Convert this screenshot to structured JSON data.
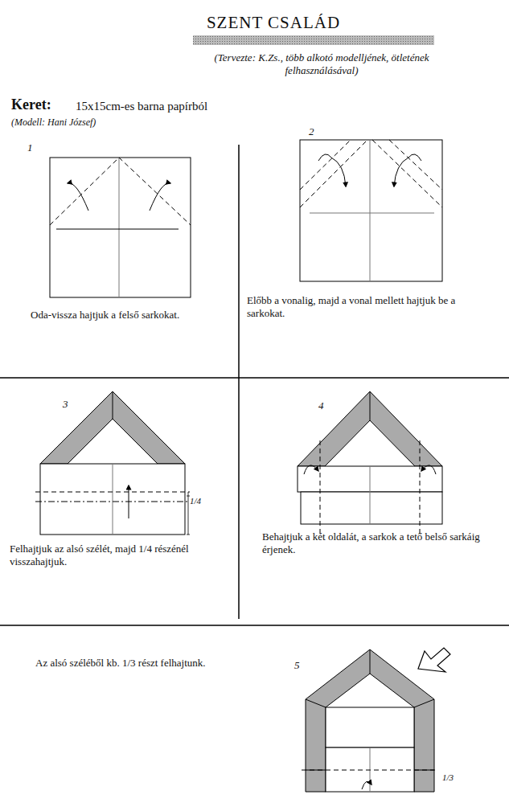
{
  "diagram": {
    "title": "SZENT CSALÁD",
    "labels": [
      "(Tervezte: K.Zs., több alkotó modelljének, ötletének felhasználásával)",
      "Keret:",
      "15x15cm-es barna papírból",
      "(Modell: Hani József)",
      "1",
      "Oda-vissza hajtjuk a felső sarkokat.",
      "2",
      "Előbb a vonalig, majd a vonal mellett hajtjuk be a sarkokat.",
      "3",
      "1/4",
      "Felhajtjuk az alsó szélét, majd 1/4 részénél visszahajtjuk.",
      "4",
      "Behajtjuk a két oldalát, a sarkok a tető belső sarkáig érjenek.",
      "Az alsó széléből kb. 1/3 részt felhajtunk.",
      "5",
      "1/3"
    ]
  }
}
